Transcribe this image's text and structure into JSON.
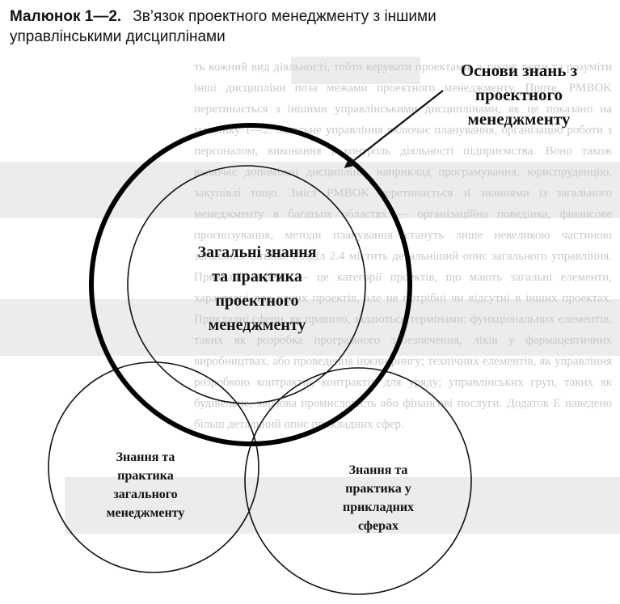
{
  "caption": {
    "figure_number": "Малюнок 1—2.",
    "title_line1": "Зв’язок проектного менеджменту з іншими",
    "title_line2": "управлінськими дисциплінами"
  },
  "diagram": {
    "pointer_label": [
      "Основи знань з",
      "проектного",
      "менеджменту"
    ],
    "circles": [
      {
        "id": "pmbok",
        "lines": [
          "Загальні знання",
          "та практика",
          "проектного",
          "менеджменту"
        ]
      },
      {
        "id": "general",
        "lines": [
          "Знання та",
          "практика",
          "загального",
          "менеджменту"
        ]
      },
      {
        "id": "application",
        "lines": [
          "Знання та",
          "практика у",
          "прикладних",
          "сферах"
        ]
      }
    ]
  },
  "background_text": "ть кожний вид діяльності, тобто керувати проектами, а також знати та розуміти інші дисципліни поза межами проектного менеджменту. Проте, PMBOK перетинається з іншими управлінськими дисциплінами, як це показано на малюнку 1—2. Загальне управління включає планування, організацію роботи з персоналом, виконання і контроль діяльності підприємства. Воно також включає допоміжні дисципліни, наприклад програмування, юриспруденцію, закупівлі тощо. Зміст PMBOK перетинається зі знаннями із загального менеджменту в багатьох областях — організаційна поведінка, фінансове прогнозування, методи планування стануть лише невеликою частиною загальних питань. Розділ 2.4 містить детальніший опис загального управління. Прикладні сфери — це категорії проектів, що мають загальні елементи, характерні для одних проектів, але не потрібні чи відсутні в інших проектах. Прикладні сфери, як правило, задаються термінами: функціональних елементів, таких як розробка програмного забезпечення, ліків у фармацевтичних виробництвах, або проведення інжинірингу; технічних елементів, як управління розробкою контрактів, контрактів для уряду; управлінських груп, таких як будівельне, харчова промисловість або фінансові послуги. Додаток Е наведено більш детальний опис прикладних сфер."
}
